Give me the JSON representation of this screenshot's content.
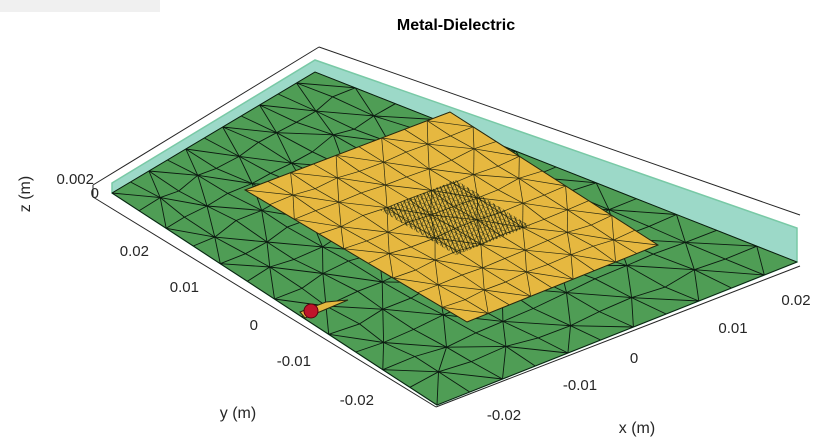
{
  "figure": {
    "title": "Metal-Dielectric",
    "axes": {
      "x": {
        "label": "x (m)",
        "ticks": [
          "-0.02",
          "-0.01",
          "0",
          "0.01",
          "0.02"
        ]
      },
      "y": {
        "label": "y (m)",
        "ticks": [
          "-0.02",
          "-0.01",
          "0",
          "0.01",
          "0.02"
        ]
      },
      "z": {
        "label": "z (m)",
        "ticks": [
          "0",
          "0.002"
        ]
      }
    },
    "colors": {
      "substrate": "#4f9d55",
      "substrate_edge": "#79c9a6",
      "substrate_side": "#9cd9c8",
      "metal": "#e6b840",
      "feed": "#c0142a",
      "mesh": "#0b1a10",
      "box": "#262626"
    }
  }
}
